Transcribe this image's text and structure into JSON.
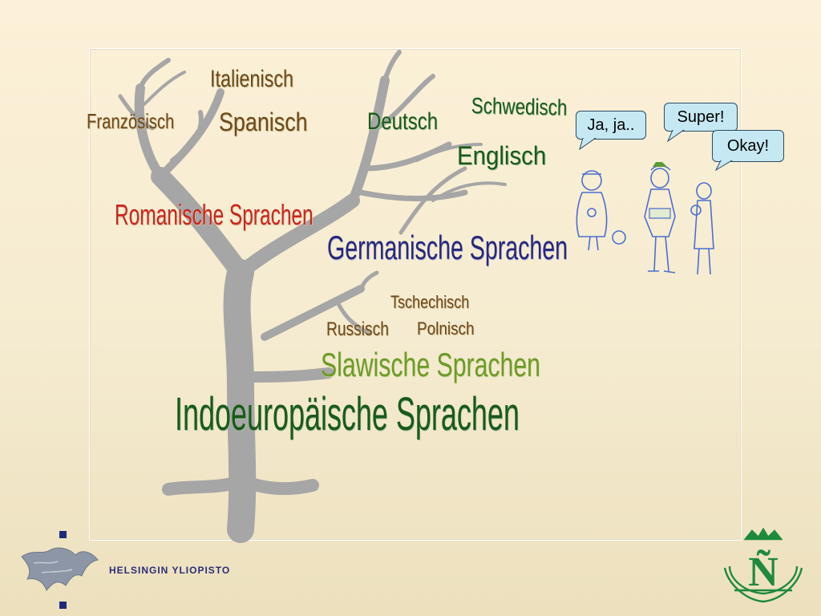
{
  "tree_labels": {
    "italienisch": "Italienisch",
    "franzoesisch": "Französisch",
    "spanisch": "Spanisch",
    "deutsch": "Deutsch",
    "schwedisch": "Schwedisch",
    "englisch": "Englisch",
    "romanische": "Romanische Sprachen",
    "germanische": "Germanische Sprachen",
    "tschechisch": "Tschechisch",
    "russisch": "Russisch",
    "polnisch": "Polnisch",
    "slawische": "Slawische Sprachen",
    "indoeuropaeische": "Indoeuropäische Sprachen"
  },
  "speech_bubbles": {
    "ja": "Ja, ja..",
    "super": "Super!",
    "okay": "Okay!"
  },
  "footer": {
    "university": "HELSINGIN YLIOPISTO",
    "emblem_letter": "Ñ"
  },
  "colors": {
    "tree": "#a8a8a8",
    "bubble": "#c6e8f2",
    "brand_navy": "#202a7c",
    "emblem_green": "#1e8a3c"
  }
}
